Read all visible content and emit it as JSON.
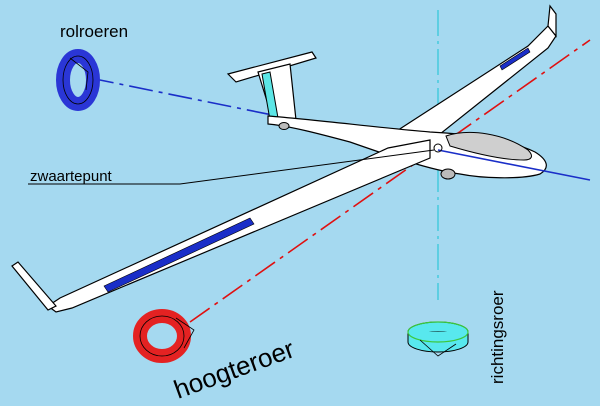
{
  "labels": {
    "roll": "rolroeren",
    "cg": "zwaartepunt",
    "pitch": "hoogteroer",
    "yaw": "richtingsroer"
  },
  "colors": {
    "background": "#a5d9f0",
    "roll_axis": "#1a2ec8",
    "pitch_axis": "#e01010",
    "yaw_axis": "#2ec8d8",
    "roll_ring": "#2a36d6",
    "pitch_ring": "#e42222",
    "yaw_ring": "#58e8ee",
    "glider": "#ffffff",
    "wing_stripe": "#1a2ec8",
    "canopy": "#cfcfcf"
  },
  "icons": {
    "roll": "roll-rotation-ring-icon",
    "pitch": "pitch-rotation-ring-icon",
    "yaw": "yaw-rotation-ring-icon"
  }
}
